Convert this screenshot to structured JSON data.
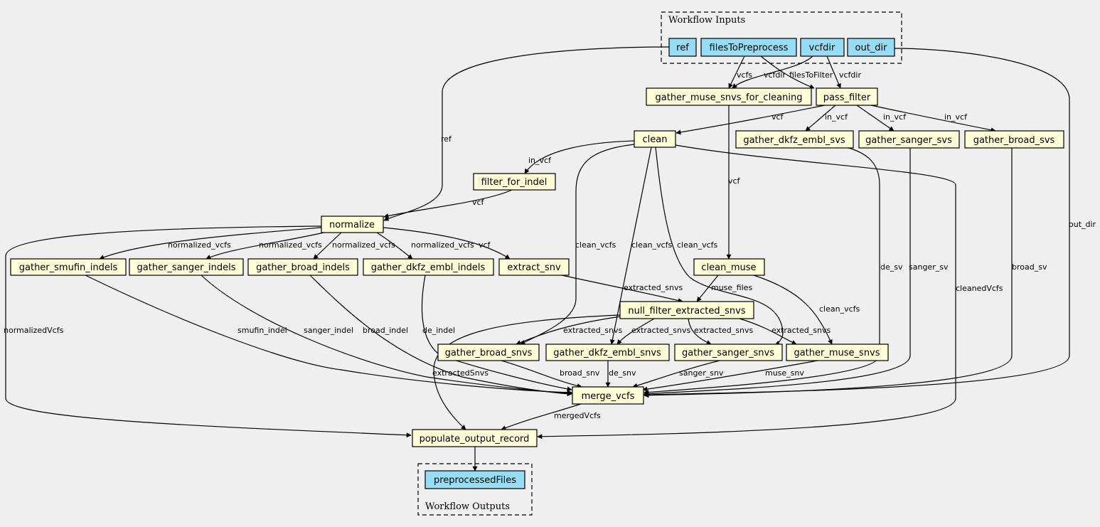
{
  "clusters": {
    "inputs_title": "Workflow Inputs",
    "outputs_title": "Workflow Outputs"
  },
  "colors": {
    "background": "#efefef",
    "step_fill": "#fdfdd6",
    "io_fill": "#94ddf4"
  },
  "nodes": {
    "ref": "ref",
    "filesToPreprocess": "filesToPreprocess",
    "vcfdir": "vcfdir",
    "out_dir": "out_dir",
    "gather_muse_snvs_for_cleaning": "gather_muse_snvs_for_cleaning",
    "pass_filter": "pass_filter",
    "clean": "clean",
    "gather_dkfz_embl_svs": "gather_dkfz_embl_svs",
    "gather_sanger_svs": "gather_sanger_svs",
    "gather_broad_svs": "gather_broad_svs",
    "filter_for_indel": "filter_for_indel",
    "normalize": "normalize",
    "gather_smufin_indels": "gather_smufin_indels",
    "gather_sanger_indels": "gather_sanger_indels",
    "gather_broad_indels": "gather_broad_indels",
    "gather_dkfz_embl_indels": "gather_dkfz_embl_indels",
    "extract_snv": "extract_snv",
    "clean_muse": "clean_muse",
    "null_filter_extracted_snvs": "null_filter_extracted_snvs",
    "gather_broad_snvs": "gather_broad_snvs",
    "gather_dkfz_embl_snvs": "gather_dkfz_embl_snvs",
    "gather_sanger_snvs": "gather_sanger_snvs",
    "gather_muse_snvs": "gather_muse_snvs",
    "merge_vcfs": "merge_vcfs",
    "populate_output_record": "populate_output_record",
    "preprocessedFiles": "preprocessedFiles"
  },
  "edge_labels": {
    "vcfs": "vcfs",
    "vcfdir_a": "vcfdir",
    "filesToFilter": "filesToFilter",
    "vcfdir_b": "vcfdir",
    "ref": "ref",
    "out_dir": "out_dir",
    "vcf_clean": "vcf",
    "in_vcf_dkfz": "in_vcf",
    "in_vcf_sanger": "in_vcf",
    "in_vcf_broad": "in_vcf",
    "in_vcf_filter": "in_vcf",
    "vcf_muse": "vcf",
    "vcf_normalize": "vcf",
    "normalized_vcfs_1": "normalized_vcfs",
    "normalized_vcfs_2": "normalized_vcfs",
    "normalized_vcfs_3": "normalized_vcfs",
    "normalized_vcfs_4": "normalized_vcfs",
    "vcf_extract": "vcf",
    "clean_vcfs_1": "clean_vcfs",
    "clean_vcfs_2": "clean_vcfs",
    "clean_vcfs_3": "clean_vcfs",
    "clean_vcfs_4": "clean_vcfs",
    "de_sv": "de_sv",
    "sanger_sv": "sanger_sv",
    "broad_sv": "broad_sv",
    "cleanedVcfs": "cleanedVcfs",
    "extracted_snvs_in": "extracted_snvs",
    "muse_files": "muse_files",
    "normalizedVcfs": "normalizedVcfs",
    "smufin_indel": "smufin_indel",
    "sanger_indel": "sanger_indel",
    "broad_indel": "broad_indel",
    "de_indel": "de_indel",
    "extracted_snvs_1": "extracted_snvs",
    "extracted_snvs_2": "extracted_snvs",
    "extracted_snvs_3": "extracted_snvs",
    "extracted_snvs_4": "extracted_snvs",
    "extractedSnvs": "extractedSnvs",
    "broad_snv": "broad_snv",
    "de_snv": "de_snv",
    "sanger_snv": "sanger_snv",
    "muse_snv": "muse_snv",
    "mergedVcfs": "mergedVcfs"
  }
}
